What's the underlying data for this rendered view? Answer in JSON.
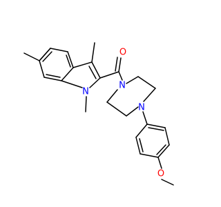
{
  "molecule": {
    "atoms": {
      "oxygen_carbonyl": "O",
      "nitrogen_indole": "N",
      "nitrogen_piperazine_top": "N",
      "nitrogen_piperazine_bottom": "N",
      "oxygen_methoxy": "O"
    },
    "colors": {
      "bond": "#000000",
      "nitrogen": "#0000ff",
      "oxygen": "#ff0000"
    }
  }
}
